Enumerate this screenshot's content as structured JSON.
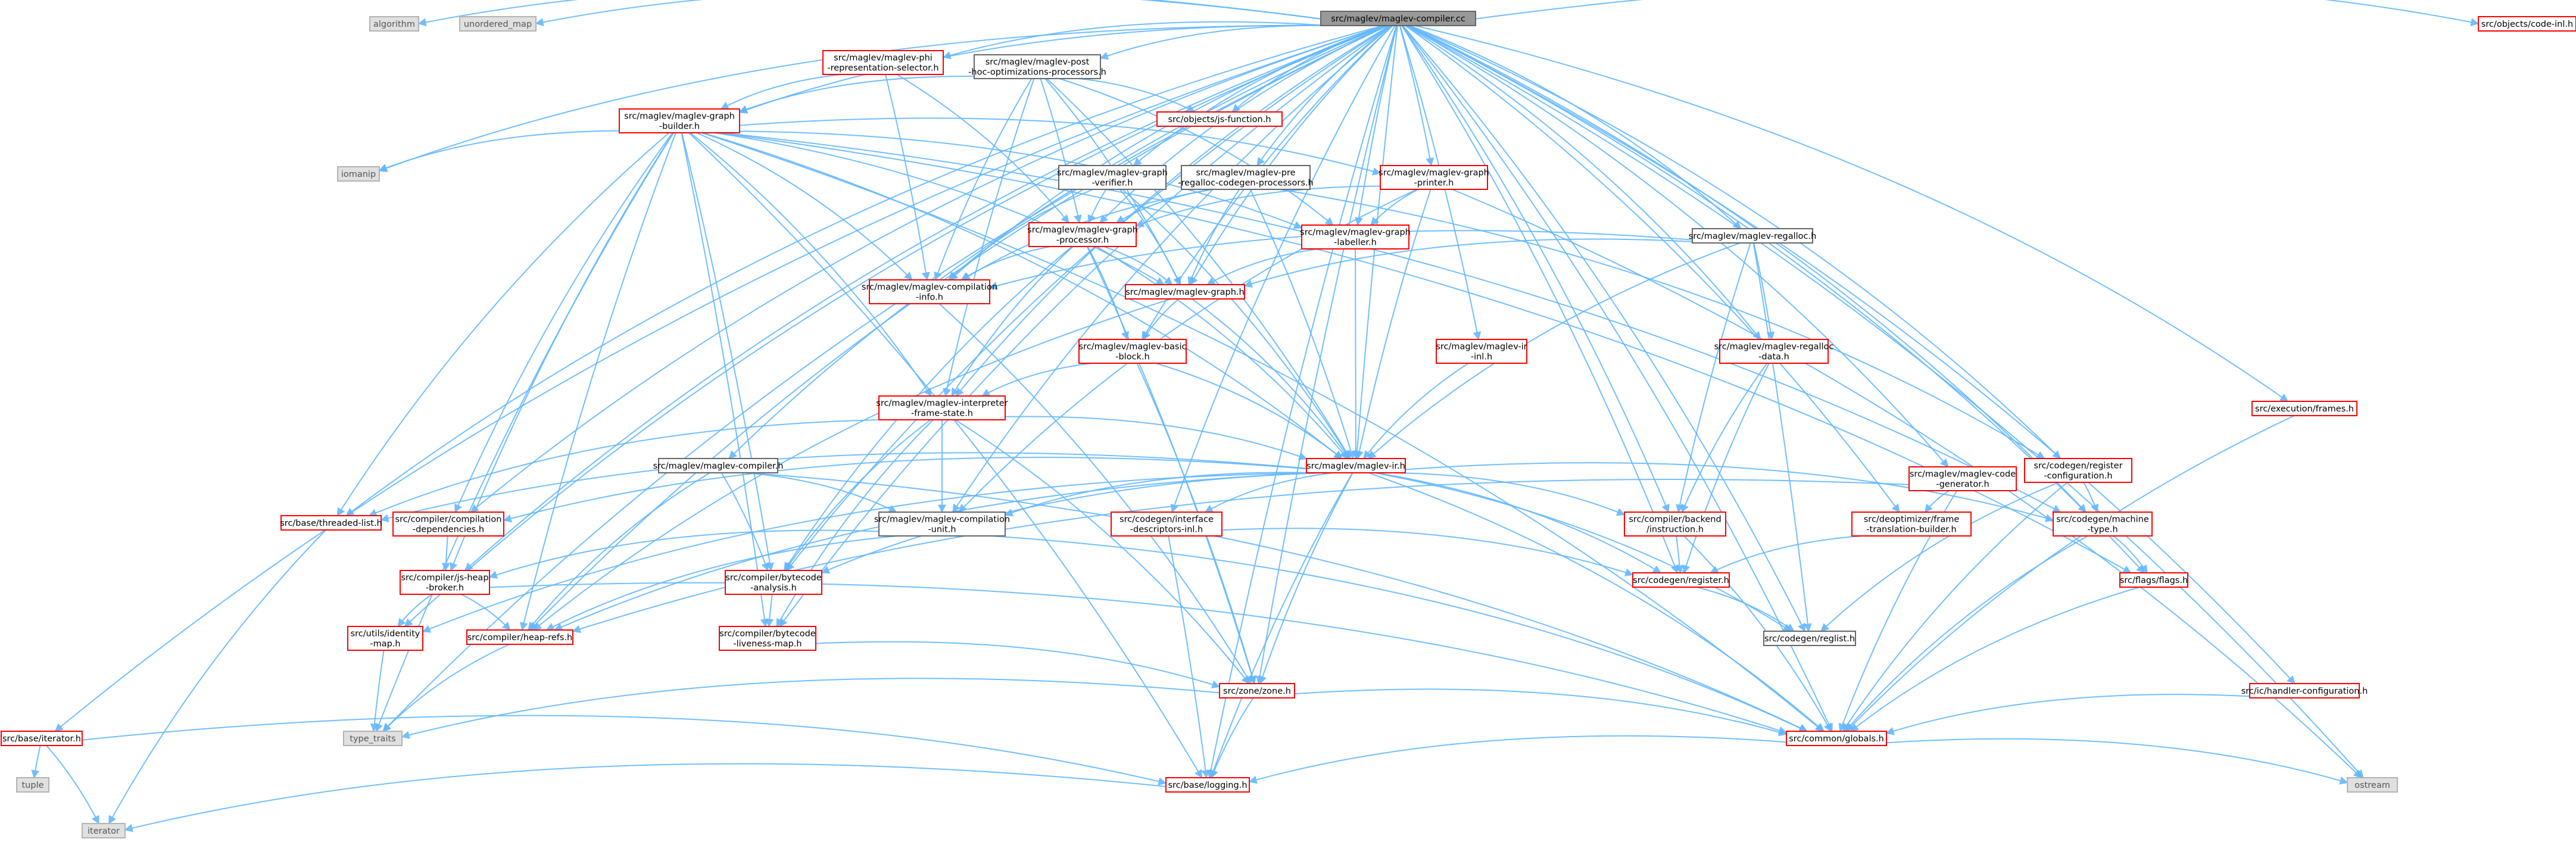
{
  "colors": {
    "edge": "#63b8ff",
    "node_border_red": "#ff0000",
    "node_border_gray": "#666666",
    "node_border_system": "#b3b3b3",
    "node_fill_root": "#999999",
    "node_fill_system": "#e0e0e0",
    "node_fill_default": "#ffffff"
  },
  "nodes": [
    {
      "id": "root",
      "lines": [
        "src/maglev/maglev-compiler.cc"
      ],
      "kind": "root"
    },
    {
      "id": "algorithm",
      "lines": [
        "algorithm"
      ],
      "kind": "system"
    },
    {
      "id": "unordered_map",
      "lines": [
        "unordered_map"
      ],
      "kind": "system"
    },
    {
      "id": "iomanip",
      "lines": [
        "iomanip"
      ],
      "kind": "system"
    },
    {
      "id": "type_traits",
      "lines": [
        "type_traits"
      ],
      "kind": "system"
    },
    {
      "id": "tuple",
      "lines": [
        "tuple"
      ],
      "kind": "system"
    },
    {
      "id": "iterator",
      "lines": [
        "iterator"
      ],
      "kind": "system"
    },
    {
      "id": "ostream",
      "lines": [
        "ostream"
      ],
      "kind": "system"
    },
    {
      "id": "phi_repr",
      "lines": [
        "src/maglev/maglev-phi",
        "-representation-selector.h"
      ],
      "kind": "red"
    },
    {
      "id": "post_hoc",
      "lines": [
        "src/maglev/maglev-post",
        "-hoc-optimizations-processors.h"
      ],
      "kind": "gray"
    },
    {
      "id": "js_function",
      "lines": [
        "src/objects/js-function.h"
      ],
      "kind": "red"
    },
    {
      "id": "graph_builder",
      "lines": [
        "src/maglev/maglev-graph",
        "-builder.h"
      ],
      "kind": "red"
    },
    {
      "id": "graph_verifier",
      "lines": [
        "src/maglev/maglev-graph",
        "-verifier.h"
      ],
      "kind": "gray"
    },
    {
      "id": "pre_regalloc",
      "lines": [
        "src/maglev/maglev-pre",
        "-regalloc-codegen-processors.h"
      ],
      "kind": "gray"
    },
    {
      "id": "graph_printer",
      "lines": [
        "src/maglev/maglev-graph",
        "-printer.h"
      ],
      "kind": "red"
    },
    {
      "id": "graph_processor",
      "lines": [
        "src/maglev/maglev-graph",
        "-processor.h"
      ],
      "kind": "red"
    },
    {
      "id": "graph_labeller",
      "lines": [
        "src/maglev/maglev-graph",
        "-labeller.h"
      ],
      "kind": "red"
    },
    {
      "id": "regalloc",
      "lines": [
        "src/maglev/maglev-regalloc.h"
      ],
      "kind": "gray"
    },
    {
      "id": "compilation_info",
      "lines": [
        "src/maglev/maglev-compilation",
        "-info.h"
      ],
      "kind": "red"
    },
    {
      "id": "maglev_graph",
      "lines": [
        "src/maglev/maglev-graph.h"
      ],
      "kind": "red"
    },
    {
      "id": "basic_block",
      "lines": [
        "src/maglev/maglev-basic",
        "-block.h"
      ],
      "kind": "red"
    },
    {
      "id": "ir_inl",
      "lines": [
        "src/maglev/maglev-ir",
        "-inl.h"
      ],
      "kind": "red"
    },
    {
      "id": "regalloc_data",
      "lines": [
        "src/maglev/maglev-regalloc",
        "-data.h"
      ],
      "kind": "red"
    },
    {
      "id": "interpreter_frame",
      "lines": [
        "src/maglev/maglev-interpreter",
        "-frame-state.h"
      ],
      "kind": "red"
    },
    {
      "id": "maglev_ir",
      "lines": [
        "src/maglev/maglev-ir.h"
      ],
      "kind": "red"
    },
    {
      "id": "maglev_compiler_h",
      "lines": [
        "src/maglev/maglev-compiler.h"
      ],
      "kind": "gray"
    },
    {
      "id": "threaded_list",
      "lines": [
        "src/base/threaded-list.h"
      ],
      "kind": "red"
    },
    {
      "id": "compilation_deps",
      "lines": [
        "src/compiler/compilation",
        "-dependencies.h"
      ],
      "kind": "red"
    },
    {
      "id": "compilation_unit",
      "lines": [
        "src/maglev/maglev-compilation",
        "-unit.h"
      ],
      "kind": "gray"
    },
    {
      "id": "interface_descriptors",
      "lines": [
        "src/codegen/interface",
        "-descriptors-inl.h"
      ],
      "kind": "red"
    },
    {
      "id": "backend_instruction",
      "lines": [
        "src/compiler/backend",
        "/instruction.h"
      ],
      "kind": "red"
    },
    {
      "id": "code_generator",
      "lines": [
        "src/maglev/maglev-code",
        "-generator.h"
      ],
      "kind": "red"
    },
    {
      "id": "frame_translation",
      "lines": [
        "src/deoptimizer/frame",
        "-translation-builder.h"
      ],
      "kind": "red"
    },
    {
      "id": "register_config",
      "lines": [
        "src/codegen/register",
        "-configuration.h"
      ],
      "kind": "red"
    },
    {
      "id": "machine_type",
      "lines": [
        "src/codegen/machine",
        "-type.h"
      ],
      "kind": "red"
    },
    {
      "id": "execution_frames",
      "lines": [
        "src/execution/frames.h"
      ],
      "kind": "red"
    },
    {
      "id": "js_heap_broker",
      "lines": [
        "src/compiler/js-heap",
        "-broker.h"
      ],
      "kind": "red"
    },
    {
      "id": "bytecode_analysis",
      "lines": [
        "src/compiler/bytecode",
        "-analysis.h"
      ],
      "kind": "red"
    },
    {
      "id": "codegen_register",
      "lines": [
        "src/codegen/register.h"
      ],
      "kind": "red"
    },
    {
      "id": "flags",
      "lines": [
        "src/flags/flags.h"
      ],
      "kind": "red"
    },
    {
      "id": "identity_map",
      "lines": [
        "src/utils/identity",
        "-map.h"
      ],
      "kind": "red"
    },
    {
      "id": "heap_refs",
      "lines": [
        "src/compiler/heap-refs.h"
      ],
      "kind": "red"
    },
    {
      "id": "liveness_map",
      "lines": [
        "src/compiler/bytecode",
        "-liveness-map.h"
      ],
      "kind": "red"
    },
    {
      "id": "reglist",
      "lines": [
        "src/codegen/reglist.h"
      ],
      "kind": "gray"
    },
    {
      "id": "zone",
      "lines": [
        "src/zone/zone.h"
      ],
      "kind": "red"
    },
    {
      "id": "ic_handler",
      "lines": [
        "src/ic/handler-configuration.h"
      ],
      "kind": "red"
    },
    {
      "id": "base_iterator",
      "lines": [
        "src/base/iterator.h"
      ],
      "kind": "red"
    },
    {
      "id": "common_globals",
      "lines": [
        "src/common/globals.h"
      ],
      "kind": "red"
    },
    {
      "id": "base_logging",
      "lines": [
        "src/base/logging.h"
      ],
      "kind": "red"
    },
    {
      "id": "code_inl",
      "lines": [
        "src/objects/code-inl.h"
      ],
      "kind": "red"
    }
  ],
  "edges": [
    [
      "root",
      "algorithm"
    ],
    [
      "root",
      "unordered_map"
    ],
    [
      "root",
      "iomanip"
    ],
    [
      "root",
      "type_traits"
    ],
    [
      "root",
      "ostream"
    ],
    [
      "root",
      "phi_repr"
    ],
    [
      "root",
      "post_hoc"
    ],
    [
      "root",
      "js_function"
    ],
    [
      "root",
      "graph_builder"
    ],
    [
      "root",
      "graph_verifier"
    ],
    [
      "root",
      "pre_regalloc"
    ],
    [
      "root",
      "graph_printer"
    ],
    [
      "root",
      "graph_processor"
    ],
    [
      "root",
      "graph_labeller"
    ],
    [
      "root",
      "regalloc"
    ],
    [
      "root",
      "compilation_info"
    ],
    [
      "root",
      "maglev_graph"
    ],
    [
      "root",
      "basic_block"
    ],
    [
      "root",
      "ir_inl"
    ],
    [
      "root",
      "regalloc_data"
    ],
    [
      "root",
      "interpreter_frame"
    ],
    [
      "root",
      "maglev_ir"
    ],
    [
      "root",
      "maglev_compiler_h"
    ],
    [
      "root",
      "threaded_list"
    ],
    [
      "root",
      "compilation_deps"
    ],
    [
      "root",
      "compilation_unit"
    ],
    [
      "root",
      "interface_descriptors"
    ],
    [
      "root",
      "backend_instruction"
    ],
    [
      "root",
      "code_generator"
    ],
    [
      "root",
      "frame_translation"
    ],
    [
      "root",
      "register_config"
    ],
    [
      "root",
      "machine_type"
    ],
    [
      "root",
      "execution_frames"
    ],
    [
      "root",
      "js_heap_broker"
    ],
    [
      "root",
      "bytecode_analysis"
    ],
    [
      "root",
      "codegen_register"
    ],
    [
      "root",
      "flags"
    ],
    [
      "root",
      "identity_map"
    ],
    [
      "root",
      "heap_refs"
    ],
    [
      "root",
      "liveness_map"
    ],
    [
      "root",
      "reglist"
    ],
    [
      "root",
      "zone"
    ],
    [
      "root",
      "ic_handler"
    ],
    [
      "root",
      "base_iterator"
    ],
    [
      "root",
      "common_globals"
    ],
    [
      "root",
      "base_logging"
    ],
    [
      "root",
      "code_inl"
    ],
    [
      "phi_repr",
      "graph_builder"
    ],
    [
      "phi_repr",
      "graph_processor"
    ],
    [
      "phi_repr",
      "compilation_info"
    ],
    [
      "post_hoc",
      "graph_builder"
    ],
    [
      "post_hoc",
      "js_function"
    ],
    [
      "post_hoc",
      "graph_processor"
    ],
    [
      "post_hoc",
      "compilation_info"
    ],
    [
      "post_hoc",
      "maglev_graph"
    ],
    [
      "post_hoc",
      "interpreter_frame"
    ],
    [
      "post_hoc",
      "maglev_ir"
    ],
    [
      "post_hoc",
      "graph_labeller"
    ],
    [
      "graph_builder",
      "iomanip"
    ],
    [
      "graph_builder",
      "type_traits"
    ],
    [
      "graph_builder",
      "graph_printer"
    ],
    [
      "graph_builder",
      "compilation_info"
    ],
    [
      "graph_builder",
      "maglev_graph"
    ],
    [
      "graph_builder",
      "interpreter_frame"
    ],
    [
      "graph_builder",
      "maglev_ir"
    ],
    [
      "graph_builder",
      "threaded_list"
    ],
    [
      "graph_builder",
      "compilation_deps"
    ],
    [
      "graph_builder",
      "js_heap_broker"
    ],
    [
      "graph_builder",
      "bytecode_analysis"
    ],
    [
      "graph_builder",
      "heap_refs"
    ],
    [
      "graph_builder",
      "liveness_map"
    ],
    [
      "graph_builder",
      "flags"
    ],
    [
      "graph_builder",
      "base_logging"
    ],
    [
      "graph_builder",
      "graph_labeller"
    ],
    [
      "graph_builder",
      "common_globals"
    ],
    [
      "graph_builder",
      "machine_type"
    ],
    [
      "graph_verifier",
      "graph_processor"
    ],
    [
      "graph_verifier",
      "compilation_info"
    ],
    [
      "graph_verifier",
      "maglev_graph"
    ],
    [
      "graph_verifier",
      "maglev_ir"
    ],
    [
      "pre_regalloc",
      "graph_processor"
    ],
    [
      "pre_regalloc",
      "compilation_info"
    ],
    [
      "pre_regalloc",
      "maglev_graph"
    ],
    [
      "pre_regalloc",
      "maglev_ir"
    ],
    [
      "pre_regalloc",
      "register_config"
    ],
    [
      "graph_printer",
      "graph_processor"
    ],
    [
      "graph_printer",
      "graph_labeller"
    ],
    [
      "graph_printer",
      "maglev_ir"
    ],
    [
      "graph_printer",
      "compilation_unit"
    ],
    [
      "graph_printer",
      "ostream"
    ],
    [
      "graph_processor",
      "compilation_info"
    ],
    [
      "graph_processor",
      "maglev_graph"
    ],
    [
      "graph_processor",
      "basic_block"
    ],
    [
      "graph_processor",
      "interpreter_frame"
    ],
    [
      "graph_processor",
      "maglev_ir"
    ],
    [
      "graph_processor",
      "bytecode_analysis"
    ],
    [
      "graph_processor",
      "zone"
    ],
    [
      "graph_labeller",
      "maglev_graph"
    ],
    [
      "graph_labeller",
      "maglev_ir"
    ],
    [
      "regalloc",
      "maglev_graph"
    ],
    [
      "regalloc",
      "compilation_info"
    ],
    [
      "regalloc",
      "regalloc_data"
    ],
    [
      "regalloc",
      "maglev_ir"
    ],
    [
      "regalloc",
      "backend_instruction"
    ],
    [
      "regalloc",
      "reglist"
    ],
    [
      "compilation_info",
      "zone"
    ],
    [
      "maglev_graph",
      "basic_block"
    ],
    [
      "maglev_graph",
      "maglev_ir"
    ],
    [
      "maglev_graph",
      "heap_refs"
    ],
    [
      "basic_block",
      "interpreter_frame"
    ],
    [
      "basic_block",
      "maglev_ir"
    ],
    [
      "basic_block",
      "zone"
    ],
    [
      "ir_inl",
      "maglev_ir"
    ],
    [
      "regalloc_data",
      "backend_instruction"
    ],
    [
      "regalloc_data",
      "codegen_register"
    ],
    [
      "interpreter_frame",
      "maglev_ir"
    ],
    [
      "interpreter_frame",
      "compilation_unit"
    ],
    [
      "interpreter_frame",
      "threaded_list"
    ],
    [
      "interpreter_frame",
      "bytecode_analysis"
    ],
    [
      "interpreter_frame",
      "liveness_map"
    ],
    [
      "interpreter_frame",
      "zone"
    ],
    [
      "maglev_ir",
      "threaded_list"
    ],
    [
      "maglev_ir",
      "compilation_deps"
    ],
    [
      "maglev_ir",
      "compilation_unit"
    ],
    [
      "maglev_ir",
      "interface_descriptors"
    ],
    [
      "maglev_ir",
      "backend_instruction"
    ],
    [
      "maglev_ir",
      "machine_type"
    ],
    [
      "maglev_ir",
      "heap_refs"
    ],
    [
      "maglev_ir",
      "bytecode_analysis"
    ],
    [
      "maglev_ir",
      "reglist"
    ],
    [
      "maglev_ir",
      "zone"
    ],
    [
      "maglev_ir",
      "common_globals"
    ],
    [
      "maglev_ir",
      "base_logging"
    ],
    [
      "maglev_ir",
      "codegen_register"
    ],
    [
      "maglev_ir",
      "identity_map"
    ],
    [
      "maglev_compiler_h",
      "compilation_unit"
    ],
    [
      "maglev_compiler_h",
      "bytecode_analysis"
    ],
    [
      "maglev_compiler_h",
      "heap_refs"
    ],
    [
      "maglev_compiler_h",
      "common_globals"
    ],
    [
      "threaded_list",
      "iterator"
    ],
    [
      "compilation_deps",
      "js_heap_broker"
    ],
    [
      "compilation_unit",
      "js_heap_broker"
    ],
    [
      "compilation_unit",
      "heap_refs"
    ],
    [
      "compilation_unit",
      "common_globals"
    ],
    [
      "interface_descriptors",
      "codegen_register"
    ],
    [
      "interface_descriptors",
      "base_logging"
    ],
    [
      "backend_instruction",
      "codegen_register"
    ],
    [
      "backend_instruction",
      "common_globals"
    ],
    [
      "code_generator",
      "frame_translation"
    ],
    [
      "code_generator",
      "common_globals"
    ],
    [
      "code_generator",
      "heap_refs"
    ],
    [
      "frame_translation",
      "codegen_register"
    ],
    [
      "register_config",
      "machine_type"
    ],
    [
      "register_config",
      "reglist"
    ],
    [
      "register_config",
      "common_globals"
    ],
    [
      "machine_type",
      "flags"
    ],
    [
      "machine_type",
      "common_globals"
    ],
    [
      "execution_frames",
      "common_globals"
    ],
    [
      "js_heap_broker",
      "heap_refs"
    ],
    [
      "js_heap_broker",
      "identity_map"
    ],
    [
      "js_heap_broker",
      "common_globals"
    ],
    [
      "bytecode_analysis",
      "liveness_map"
    ],
    [
      "codegen_register",
      "reglist"
    ],
    [
      "flags",
      "common_globals"
    ],
    [
      "identity_map",
      "type_traits"
    ],
    [
      "heap_refs",
      "type_traits"
    ],
    [
      "liveness_map",
      "zone"
    ],
    [
      "zone",
      "common_globals"
    ],
    [
      "zone",
      "base_logging"
    ],
    [
      "zone",
      "type_traits"
    ],
    [
      "ic_handler",
      "common_globals"
    ],
    [
      "base_iterator",
      "tuple"
    ],
    [
      "base_iterator",
      "iterator"
    ],
    [
      "base_iterator",
      "base_logging"
    ],
    [
      "common_globals",
      "base_logging"
    ],
    [
      "common_globals",
      "ostream"
    ],
    [
      "base_logging",
      "iterator"
    ]
  ]
}
